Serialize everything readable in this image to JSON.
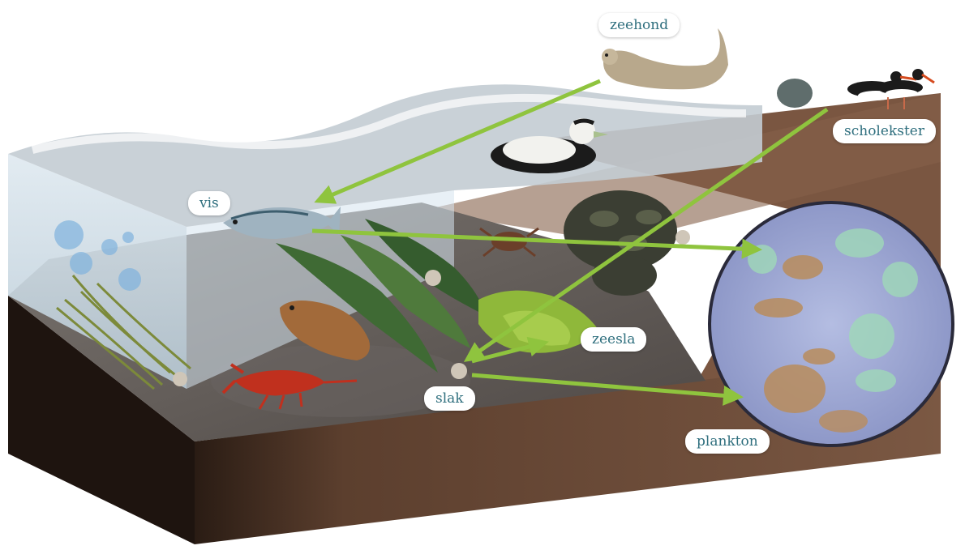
{
  "labels": {
    "zeehond": "zeehond",
    "scholekster": "scholekster",
    "vis": "vis",
    "zeesla": "zeesla",
    "slak": "slak",
    "plankton": "plankton"
  },
  "icons": [
    "seal-icon",
    "oystercatcher-icon",
    "eider-duck-icon",
    "fish-icon",
    "crab-icon",
    "flatfish-icon",
    "crayfish-icon",
    "snail-icon",
    "mussel-bed-icon",
    "seaweed-icon",
    "sea-lettuce-icon",
    "plankton-magnifier-icon"
  ],
  "colors": {
    "arrow": "#8fc43e",
    "label_text": "#2f6f7e",
    "soil": "#7a5641",
    "water": "#c9dbe6",
    "seafloor": "#5f5a57"
  }
}
